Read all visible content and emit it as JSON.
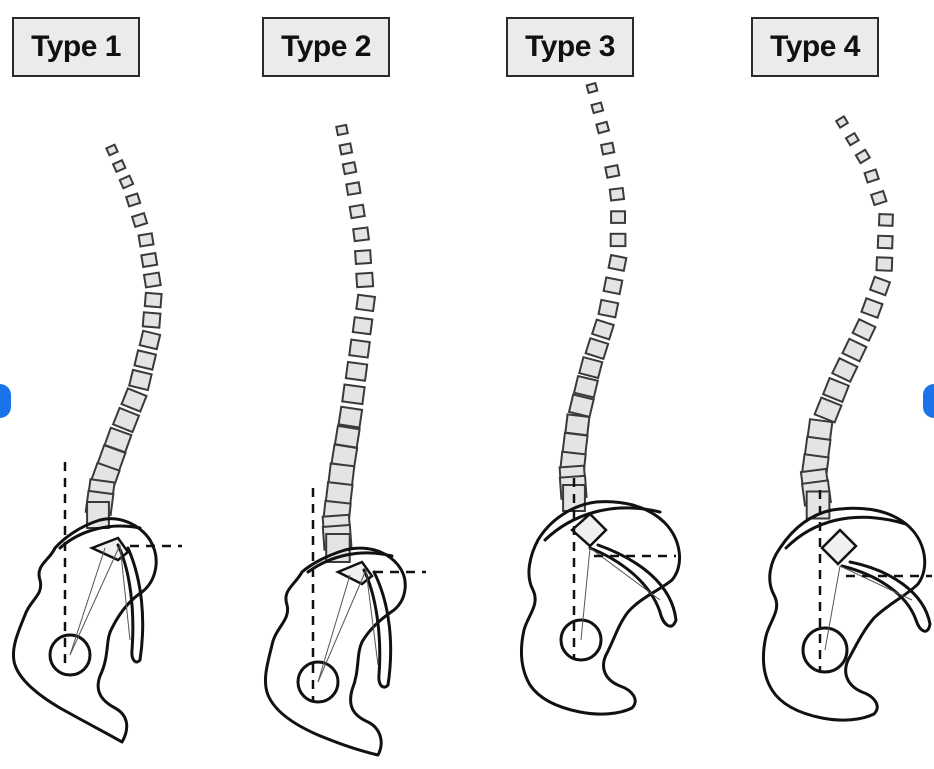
{
  "types": [
    {
      "label": "Type 1"
    },
    {
      "label": "Type 2"
    },
    {
      "label": "Type 3"
    },
    {
      "label": "Type 4"
    }
  ],
  "nav": {
    "prev_icon": "chevron-left-icon",
    "next_icon": "chevron-right-icon",
    "accent": "#1a73e8"
  }
}
